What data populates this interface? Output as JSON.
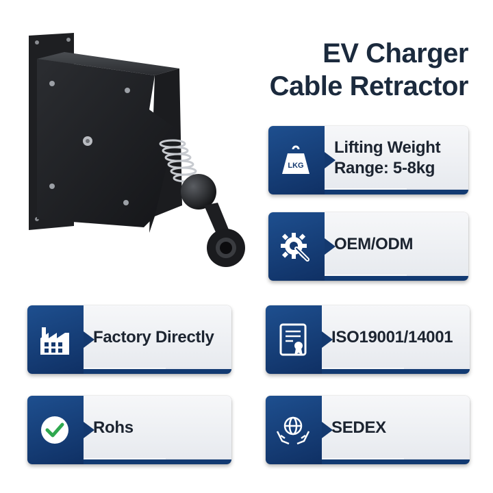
{
  "title": {
    "line1": "EV Charger",
    "line2": "Cable Retractor"
  },
  "colors": {
    "navy": "#14396f",
    "title": "#1b2a3d",
    "card_bg": "#eceef2",
    "check": "#2fa84f"
  },
  "features": [
    {
      "icon": "weight-icon",
      "icon_text": "LKG",
      "lines": [
        "Lifting Weight",
        "Range: 5-8kg"
      ]
    },
    {
      "icon": "gear-wrench-icon",
      "lines": [
        "OEM/ODM"
      ]
    },
    {
      "icon": "factory-icon",
      "lines": [
        "Factory Directly"
      ]
    },
    {
      "icon": "certificate-icon",
      "lines": [
        "ISO19001/14001"
      ]
    },
    {
      "icon": "checkmark-icon",
      "lines": [
        "Rohs"
      ]
    },
    {
      "icon": "globe-hands-icon",
      "lines": [
        "SEDEX"
      ]
    }
  ]
}
